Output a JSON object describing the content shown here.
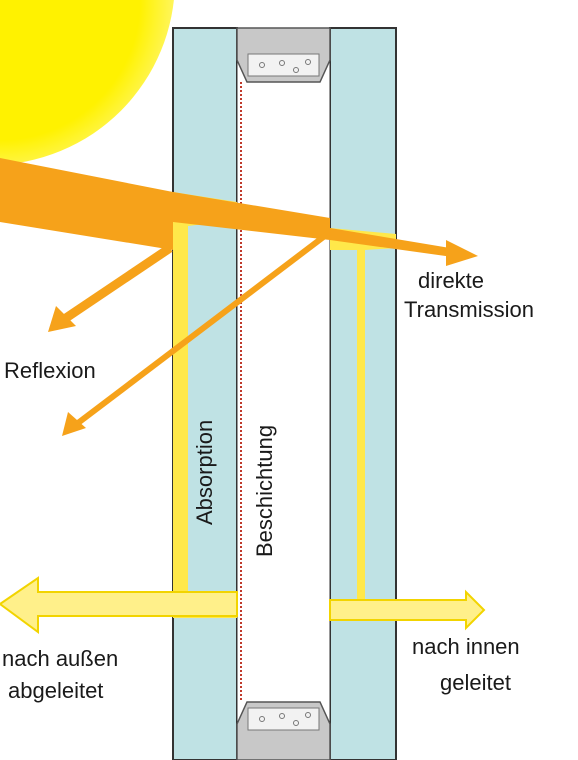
{
  "labels": {
    "reflexion": "Reflexion",
    "direkte_line1": "direkte",
    "direkte_line2": "Transmission",
    "absorption": "Absorption",
    "beschichtung": "Beschichtung",
    "aussen_line1": "nach außen",
    "aussen_line2": "abgeleitet",
    "innen_line1": "nach innen",
    "innen_line2": "geleitet"
  },
  "colors": {
    "sun": "#fff200",
    "beam": "#f6a21a",
    "absorbed": "#ffe84a",
    "heat_arrow": "#fff08a",
    "glass": "#bfe2e4",
    "glass_edge": "#333333",
    "coating": "#c0392b"
  }
}
